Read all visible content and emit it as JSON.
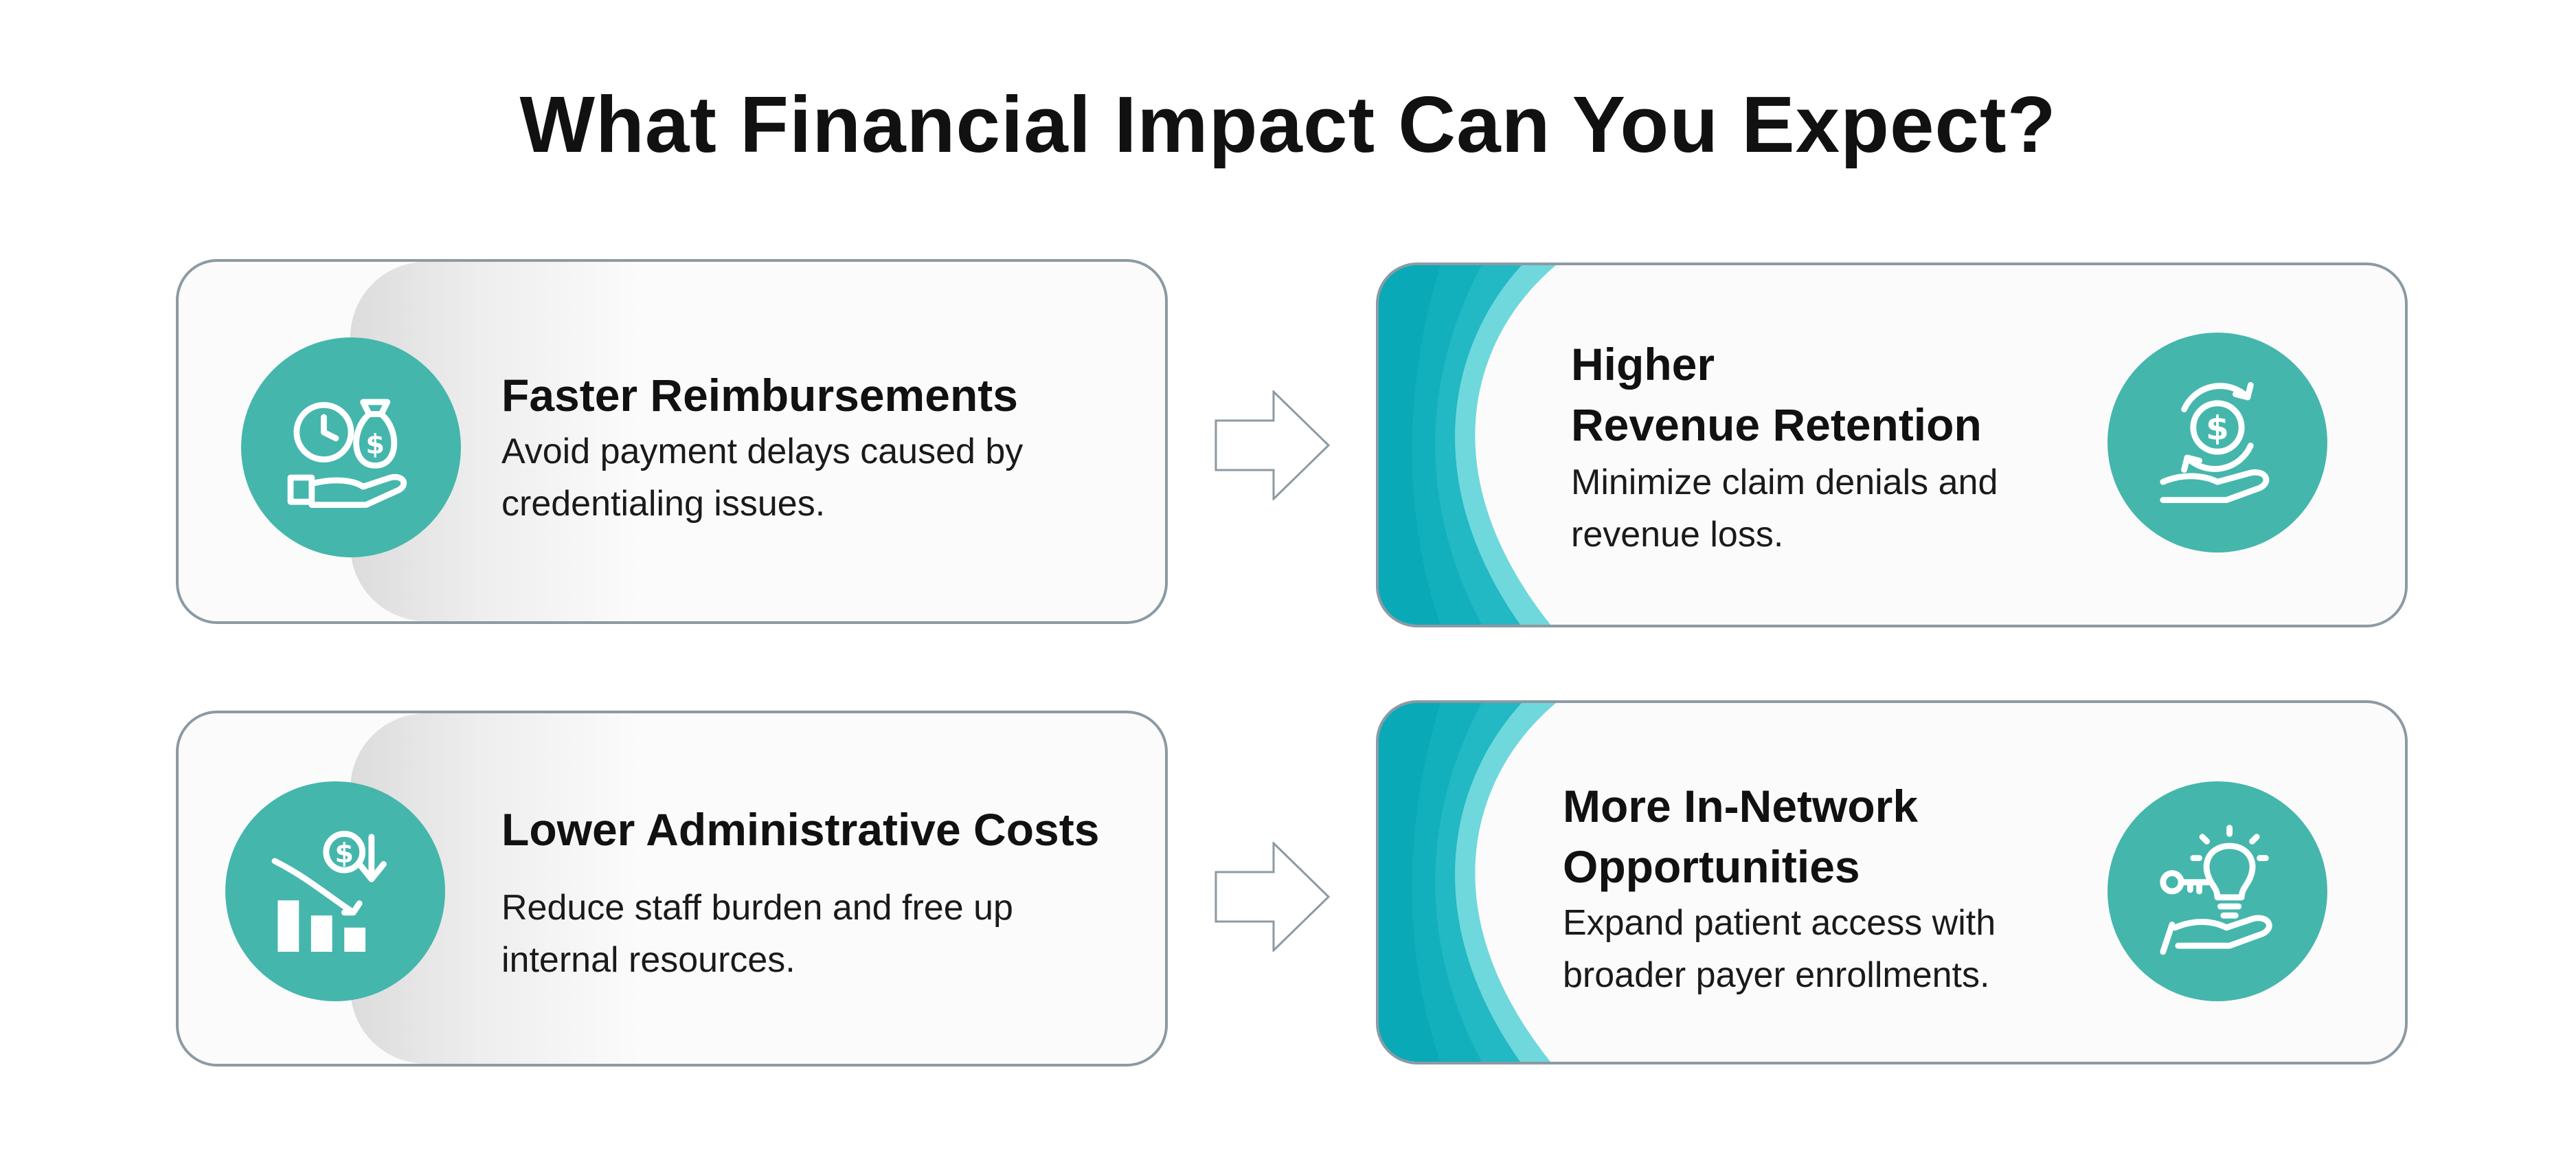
{
  "title": "What Financial Impact Can You Expect?",
  "cards": [
    {
      "heading": "Faster Reimbursements",
      "description_lines": [
        "Avoid payment delays caused by",
        "credentialing issues."
      ],
      "icon": "money-bag-clock-hand-icon"
    },
    {
      "heading_lines": [
        "Higher",
        "Revenue Retention"
      ],
      "description_lines": [
        "Minimize claim denials and",
        "revenue loss."
      ],
      "icon": "dollar-cycle-hand-icon"
    },
    {
      "heading": "Lower Administrative Costs",
      "description_lines": [
        "Reduce staff burden and free up",
        "internal resources."
      ],
      "icon": "cost-decrease-chart-icon"
    },
    {
      "heading_lines": [
        "More In-Network",
        "Opportunities"
      ],
      "description_lines": [
        "Expand patient access with",
        "broader payer enrollments."
      ],
      "icon": "key-lightbulb-hand-icon"
    }
  ],
  "colors": {
    "accent": "#45b6ac",
    "wave_dark": "#0aa9b8",
    "wave_mid": "#22b8c4",
    "wave_light": "#6fd8dc",
    "border": "#8c9aa3"
  }
}
